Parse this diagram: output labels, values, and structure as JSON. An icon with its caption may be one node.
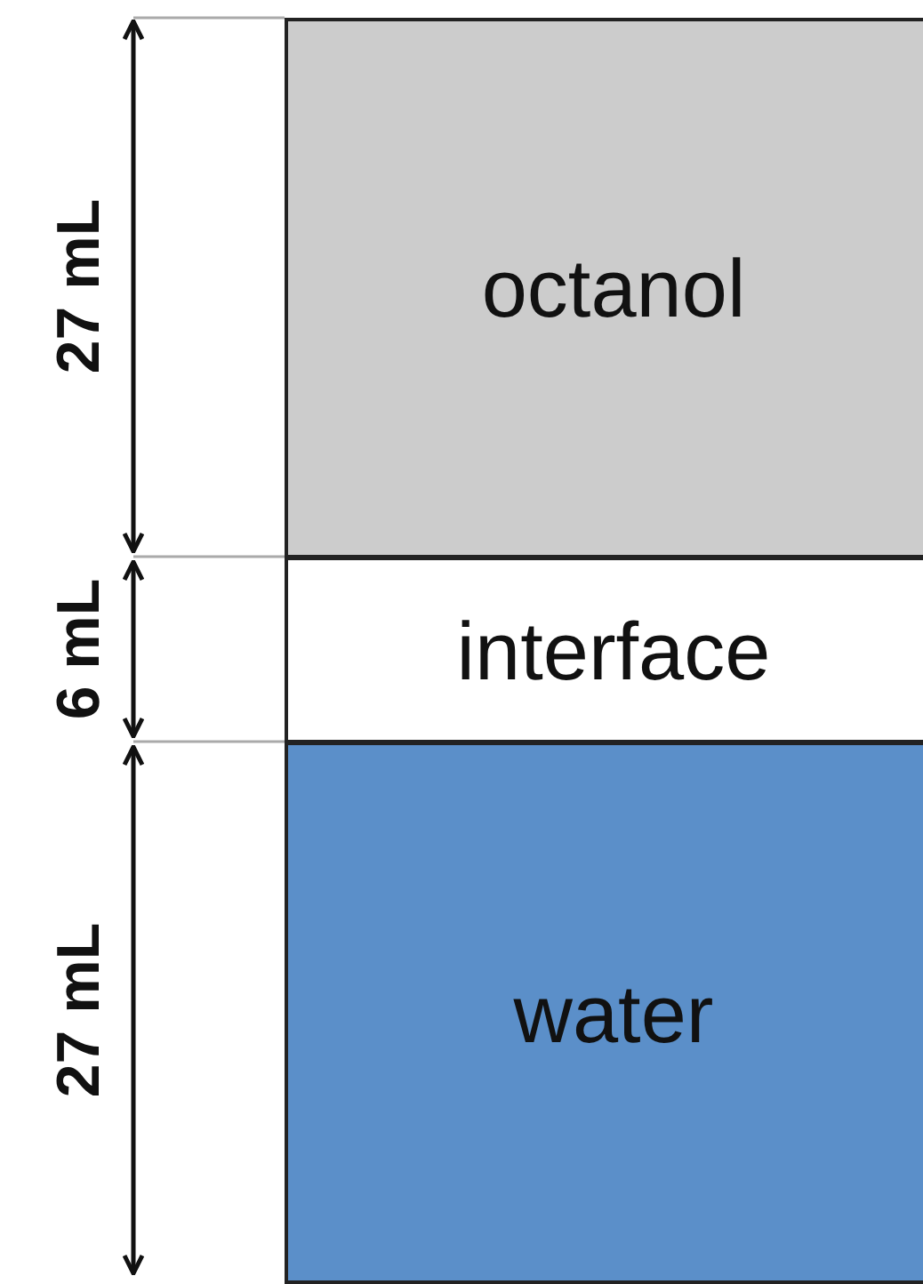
{
  "diagram": {
    "nodes": [
      {
        "text": [
          "octanol"
        ]
      },
      {
        "text": [
          "interface"
        ]
      },
      {
        "text": [
          "water"
        ]
      }
    ],
    "labels": [
      "27 mL",
      "6 mL",
      "27 mL"
    ]
  }
}
